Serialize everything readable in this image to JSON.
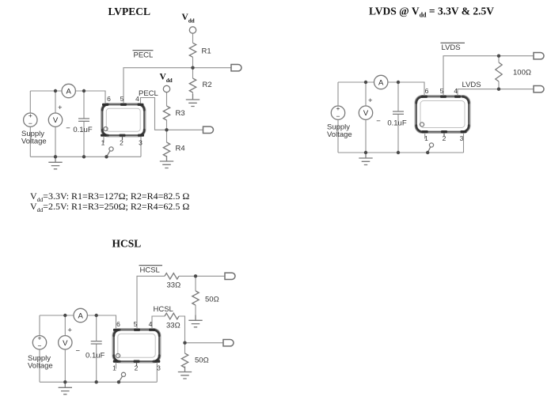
{
  "colors": {
    "wire": "#909090",
    "component": "#7a7a7a",
    "chip_border": "#5a5a5a",
    "label_text": "#333333",
    "ink": "#111111"
  },
  "shared": {
    "ammeter_letter": "A",
    "voltmeter_letter": "V",
    "plus": "+",
    "minus": "−",
    "supply_label": {
      "line1": "Supply",
      "line2": "Voltage"
    },
    "cap_label": "0.1uF",
    "pins": {
      "top": [
        "6",
        "5",
        "4"
      ],
      "bottom": [
        "1",
        "2",
        "3"
      ]
    }
  },
  "lvpecl": {
    "title": "LVPECL",
    "vdd": {
      "base": "V",
      "sub": "dd"
    },
    "out_top_label": "PECL",
    "out_bottom_label": "PECL",
    "r1": "R1",
    "r2": "R2",
    "r3": "R3",
    "r4": "R4",
    "notes": [
      {
        "base": "V",
        "sub": "dd",
        "rest": "=3.3V: R1=R3=127Ω; R2=R4=82.5 Ω"
      },
      {
        "base": "V",
        "sub": "dd",
        "rest": "=2.5V: R1=R3=250Ω; R2=R4=62.5 Ω"
      }
    ]
  },
  "lvds": {
    "title": {
      "prefix": "LVDS @ V",
      "sub": "dd",
      "suffix": " = 3.3V & 2.5V"
    },
    "out_top_label": "LVDS",
    "out_bottom_label": "LVDS",
    "r_term": "100Ω"
  },
  "hcsl": {
    "title": "HCSL",
    "out_top_label": "HCSL",
    "out_bottom_label": "HCSL",
    "r_series_top": "33Ω",
    "r_series_bottom": "33Ω",
    "r_term_top": "50Ω",
    "r_term_bottom": "50Ω"
  }
}
